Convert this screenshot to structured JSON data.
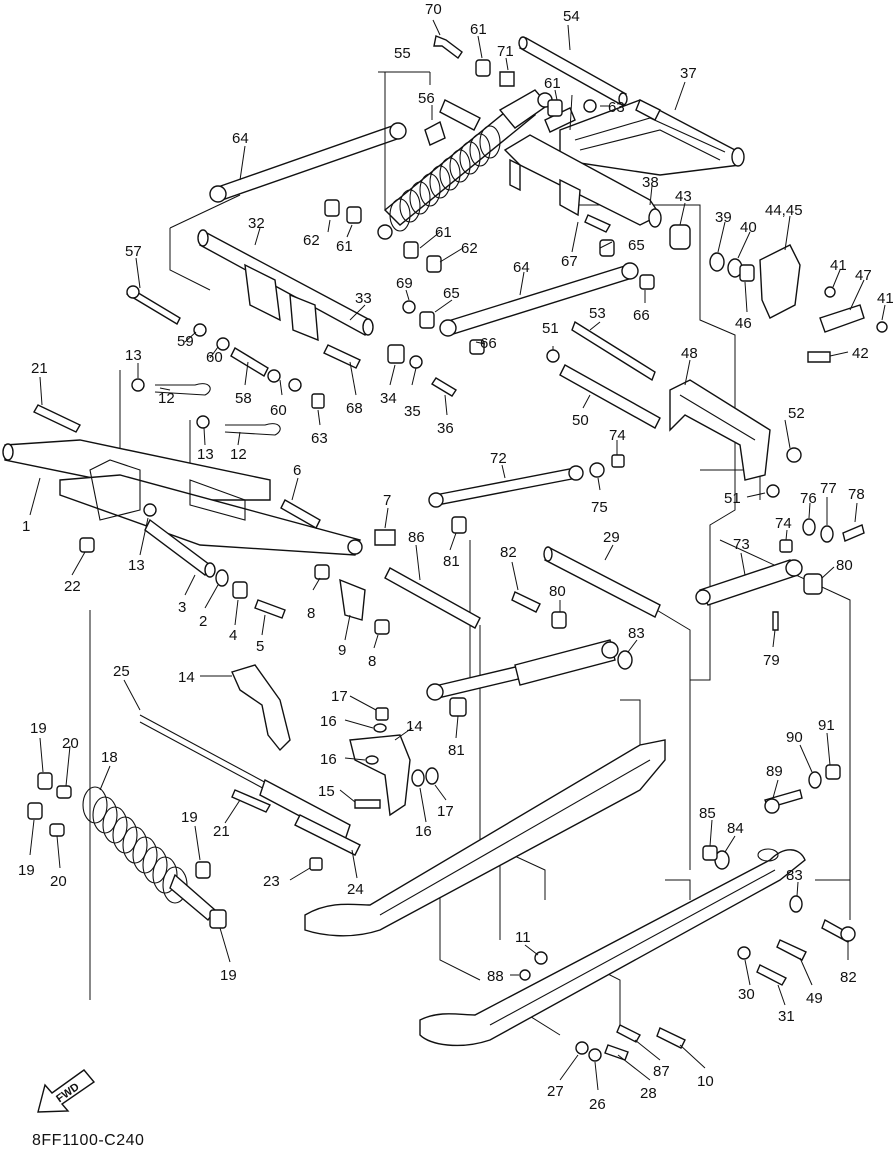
{
  "diagram": {
    "callouts": [
      "1",
      "2",
      "3",
      "4",
      "5",
      "6",
      "7",
      "8",
      "9",
      "10",
      "11",
      "12",
      "13",
      "14",
      "15",
      "16",
      "17",
      "18",
      "19",
      "20",
      "21",
      "22",
      "23",
      "24",
      "25",
      "26",
      "27",
      "28",
      "29",
      "30",
      "31",
      "33",
      "34",
      "35",
      "36",
      "37",
      "38",
      "39",
      "40",
      "41",
      "42",
      "43",
      "44,45",
      "46",
      "47",
      "48",
      "49",
      "50",
      "51",
      "52",
      "53",
      "54",
      "55",
      "56",
      "57",
      "58",
      "59",
      "60",
      "61",
      "62",
      "63",
      "64",
      "65",
      "66",
      "67",
      "68",
      "69",
      "70",
      "71",
      "72",
      "73",
      "74",
      "75",
      "76",
      "77",
      "78",
      "79",
      "80",
      "81",
      "82",
      "83",
      "84",
      "85",
      "86",
      "87",
      "88",
      "89",
      "90",
      "91",
      "32"
    ],
    "fwd_arrow_label": "FWD",
    "drawing_code": "8FF1100-C240"
  }
}
